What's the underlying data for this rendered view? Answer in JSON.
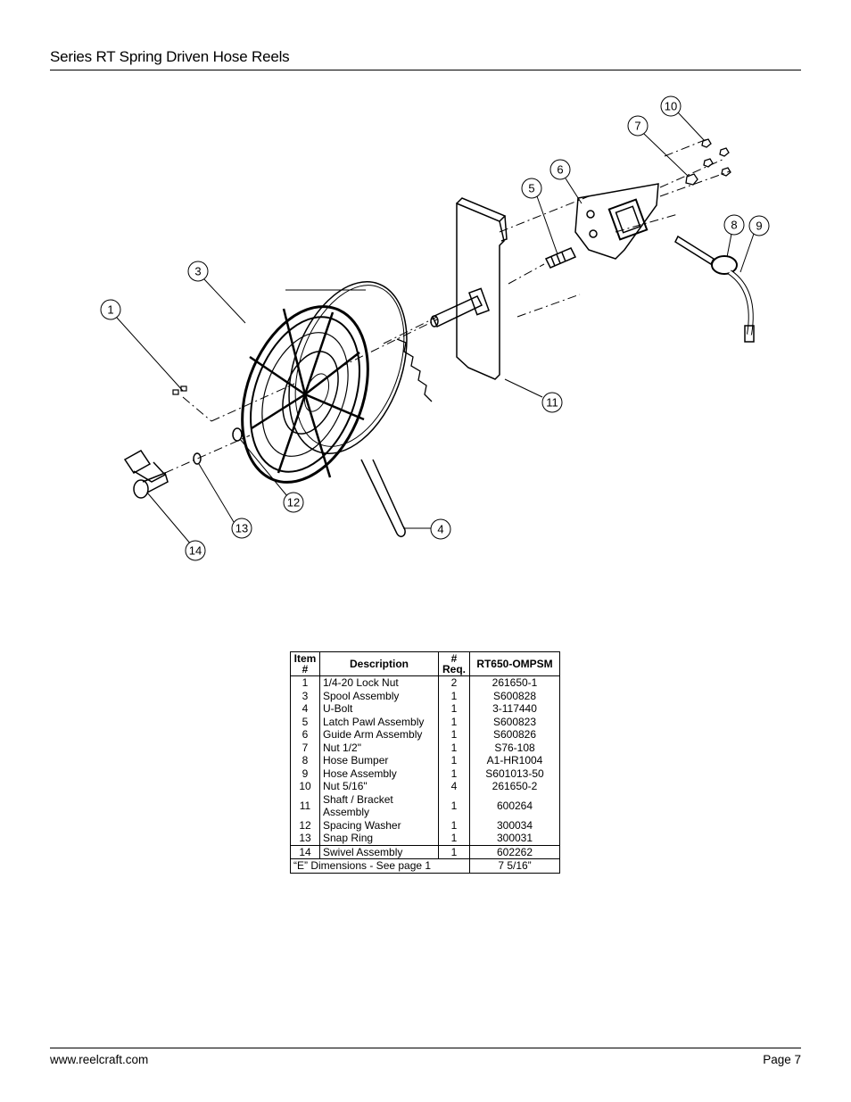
{
  "header": {
    "title": "Series RT Spring Driven Hose Reels"
  },
  "footer": {
    "website": "www.reelcraft.com",
    "page": "Page 7"
  },
  "diagram": {
    "callouts": [
      "1",
      "3",
      "4",
      "5",
      "6",
      "7",
      "8",
      "9",
      "10",
      "11",
      "12",
      "13",
      "14"
    ]
  },
  "table": {
    "headers": {
      "item": "Item #",
      "description": "Description",
      "req": "# Req.",
      "model": "RT650-OMPSM"
    },
    "rows": [
      {
        "item": "1",
        "description": "1/4-20 Lock Nut",
        "req": "2",
        "part": "261650-1"
      },
      {
        "item": "3",
        "description": "Spool Assembly",
        "req": "1",
        "part": "S600828"
      },
      {
        "item": "4",
        "description": "U-Bolt",
        "req": "1",
        "part": "3-117440"
      },
      {
        "item": "5",
        "description": "Latch Pawl Assembly",
        "req": "1",
        "part": "S600823"
      },
      {
        "item": "6",
        "description": "Guide Arm Assembly",
        "req": "1",
        "part": "S600826"
      },
      {
        "item": "7",
        "description": "Nut 1/2\"",
        "req": "1",
        "part": "S76-108"
      },
      {
        "item": "8",
        "description": "Hose Bumper",
        "req": "1",
        "part": "A1-HR1004"
      },
      {
        "item": "9",
        "description": "Hose Assembly",
        "req": "1",
        "part": "S601013-50"
      },
      {
        "item": "10",
        "description": "Nut 5/16\"",
        "req": "4",
        "part": "261650-2"
      },
      {
        "item": "11",
        "description": "Shaft / Bracket Assembly",
        "req": "1",
        "part": "600264"
      },
      {
        "item": "12",
        "description": "Spacing Washer",
        "req": "1",
        "part": "300034"
      },
      {
        "item": "13",
        "description": "Snap Ring",
        "req": "1",
        "part": "300031"
      },
      {
        "item": "14",
        "description": "Swivel Assembly",
        "req": "1",
        "part": "602262"
      }
    ],
    "dimension_label": "“E” Dimensions - See page 1",
    "dimension_value": "7 5/16”"
  }
}
